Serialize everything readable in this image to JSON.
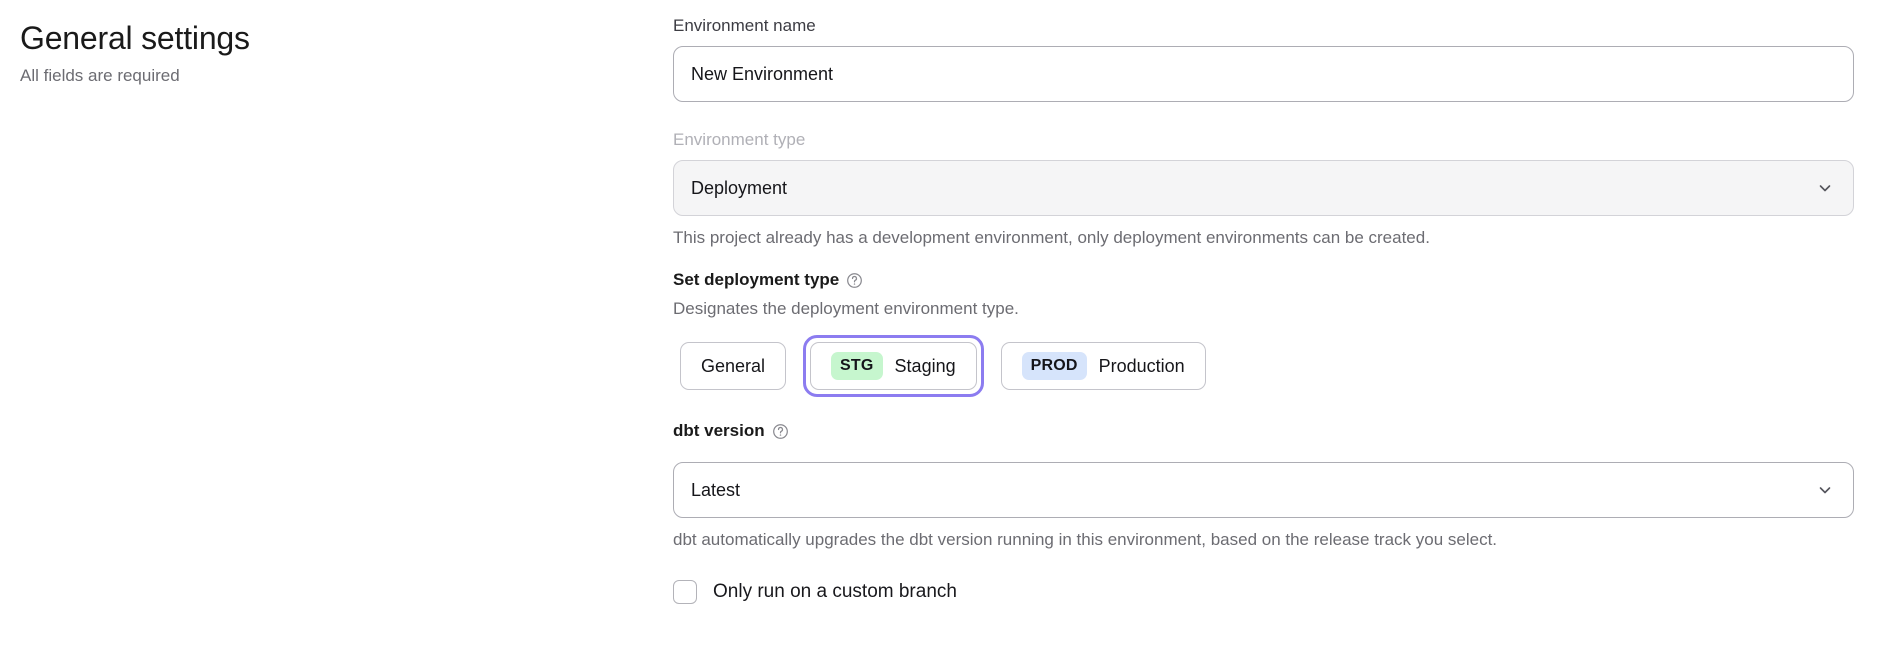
{
  "header": {
    "title": "General settings",
    "subtitle": "All fields are required"
  },
  "form": {
    "environment_name": {
      "label": "Environment name",
      "value": "New Environment",
      "placeholder": "Environment name"
    },
    "environment_type": {
      "label": "Environment type",
      "value": "Deployment",
      "disabled": true,
      "helper": "This project already has a development environment, only deployment environments can be created.",
      "chevron_icon": "chevron-down-icon"
    },
    "deployment_type": {
      "label": "Set deployment type",
      "help_icon": "help-circle-icon",
      "helper": "Designates the deployment environment type.",
      "selected": "Staging",
      "options": [
        {
          "id": "general",
          "badge": "",
          "label": "General",
          "selected": false
        },
        {
          "id": "staging",
          "badge": "STG",
          "label": "Staging",
          "selected": true
        },
        {
          "id": "production",
          "badge": "PROD",
          "label": "Production",
          "selected": false
        }
      ]
    },
    "dbt_version": {
      "label": "dbt version",
      "help_icon": "help-circle-icon",
      "value": "Latest",
      "helper": "dbt automatically upgrades the dbt version running in this environment, based on the release track you select.",
      "chevron_icon": "chevron-down-icon"
    },
    "custom_branch": {
      "label": "Only run on a custom branch",
      "checked": false
    }
  },
  "colors": {
    "focus_ring": "#8c7cf0",
    "badge_staging_bg": "#c6f6ce",
    "badge_production_bg": "#d6e4fb",
    "input_border": "#adadb4",
    "disabled_bg": "#f5f5f6",
    "text_primary": "#16161a",
    "text_muted": "#6c6c72",
    "label_disabled": "#b0b0b6"
  }
}
